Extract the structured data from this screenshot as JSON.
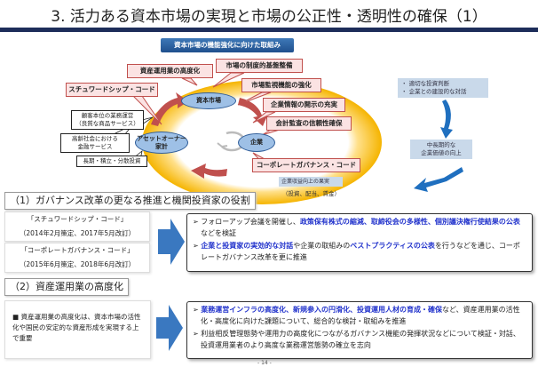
{
  "title": "3. 活力ある資本市場の実現と市場の公正性・透明性の確保（1）",
  "diagram": {
    "header": "資本市場の機能強化に向けた取組み",
    "nodes": {
      "market": "資本市場",
      "owner_line1": "アセットオーナー",
      "owner_line2": "家計",
      "company": "企業"
    },
    "pink_labels": [
      "資産運用業の高度化",
      "市場の制度的基盤整備",
      "市場監視機能の強化",
      "スチュワードシップ・コード",
      "企業情報の開示の充実",
      "会計監査の信頼性確保",
      "コーポレートガバナンス・コード"
    ],
    "white_labels": {
      "a1": "顧客本位の業務運営",
      "a2": "（良質な商品サービス）",
      "b1": "高齢社会における",
      "b2": "金融サービス",
      "c": "長期・積立・分散投資"
    },
    "right": {
      "bullet1": "・ 適切な投資判断",
      "bullet2": "・ 企業との建設的な対話",
      "mid1": "中長期的な",
      "mid2": "企業価値の向上",
      "fruit": "企業収益向上の果実",
      "fruit_sub": "（投資、配当、賃金）"
    }
  },
  "section1": {
    "heading": "（1）ガバナンス改革の更なる推進と機関投資家の役割",
    "left": [
      "「スチュワードシップ・コード」",
      "（2014年2月策定、2017年5月改訂）",
      "「コーポレートガバナンス・コード」",
      "（2015年6月策定、2018年6月改訂）"
    ],
    "b1_pre": "➢ フォローアップ会議を開催し、",
    "b1_hl": "政策保有株式の縮減、取締役会の多様性、個別議決権行使結果の公表",
    "b1_post": "などを検証",
    "b2_hl1": "企業と投資家の実効的な対話",
    "b2_mid": "や企業の取組みの",
    "b2_hl2": "ベストプラクティスの公表",
    "b2_post": "を行うなどを通じ、コーポレートガバナンス改革を更に推進",
    "bullet": "➢ "
  },
  "section2": {
    "heading": "（2）資産運用業の高度化",
    "left": "■ 資産運用業の高度化は、資本市場の活性化や国民の安定的な資産形成を実現する上で重要",
    "b1_hl": "業務運営インフラの高度化、新規参入の円滑化、投資運用人材の育成・確保",
    "b1_post": "など、資産運用業の活性化・高度化に向けた課題について、総合的な検討・取組みを推進",
    "b2": "➢ 利益相反管理態勢や運用力の高度化につながるガバナンス機能の発揮状況などについて検証・対話、投資運用業者のより高度な業務運営態勢の確立を志向",
    "bullet": "➢ "
  },
  "page_number": "- 14 -"
}
